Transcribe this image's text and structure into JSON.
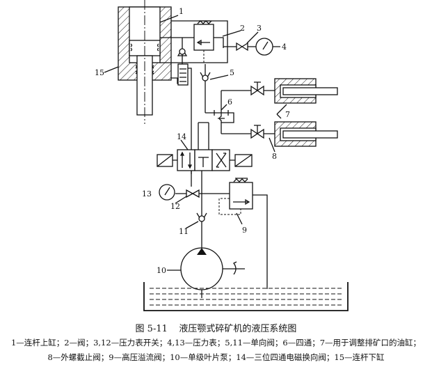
{
  "figure": {
    "number": "图 5-11",
    "title": "液压颚式碎矿机的液压系统图",
    "legend_line1": "1—连杆上缸；2—阀；3,12—压力表开关；4,13—压力表；5,11—单向阀；6—四通；7—用于调整排矿口的油缸；",
    "legend_line2": "8—外螺截止阀；9—高压溢流阀；10—单级叶片泵；14—三位四通电磁换向阀；15—连杆下缸"
  },
  "labels": {
    "l1": "1",
    "l2": "2",
    "l3": "3",
    "l4": "4",
    "l5": "5",
    "l6": "6",
    "l7": "7",
    "l8": "8",
    "l9": "9",
    "l10": "10",
    "l11": "11",
    "l12": "12",
    "l13": "13",
    "l14": "14",
    "l15": "15"
  }
}
